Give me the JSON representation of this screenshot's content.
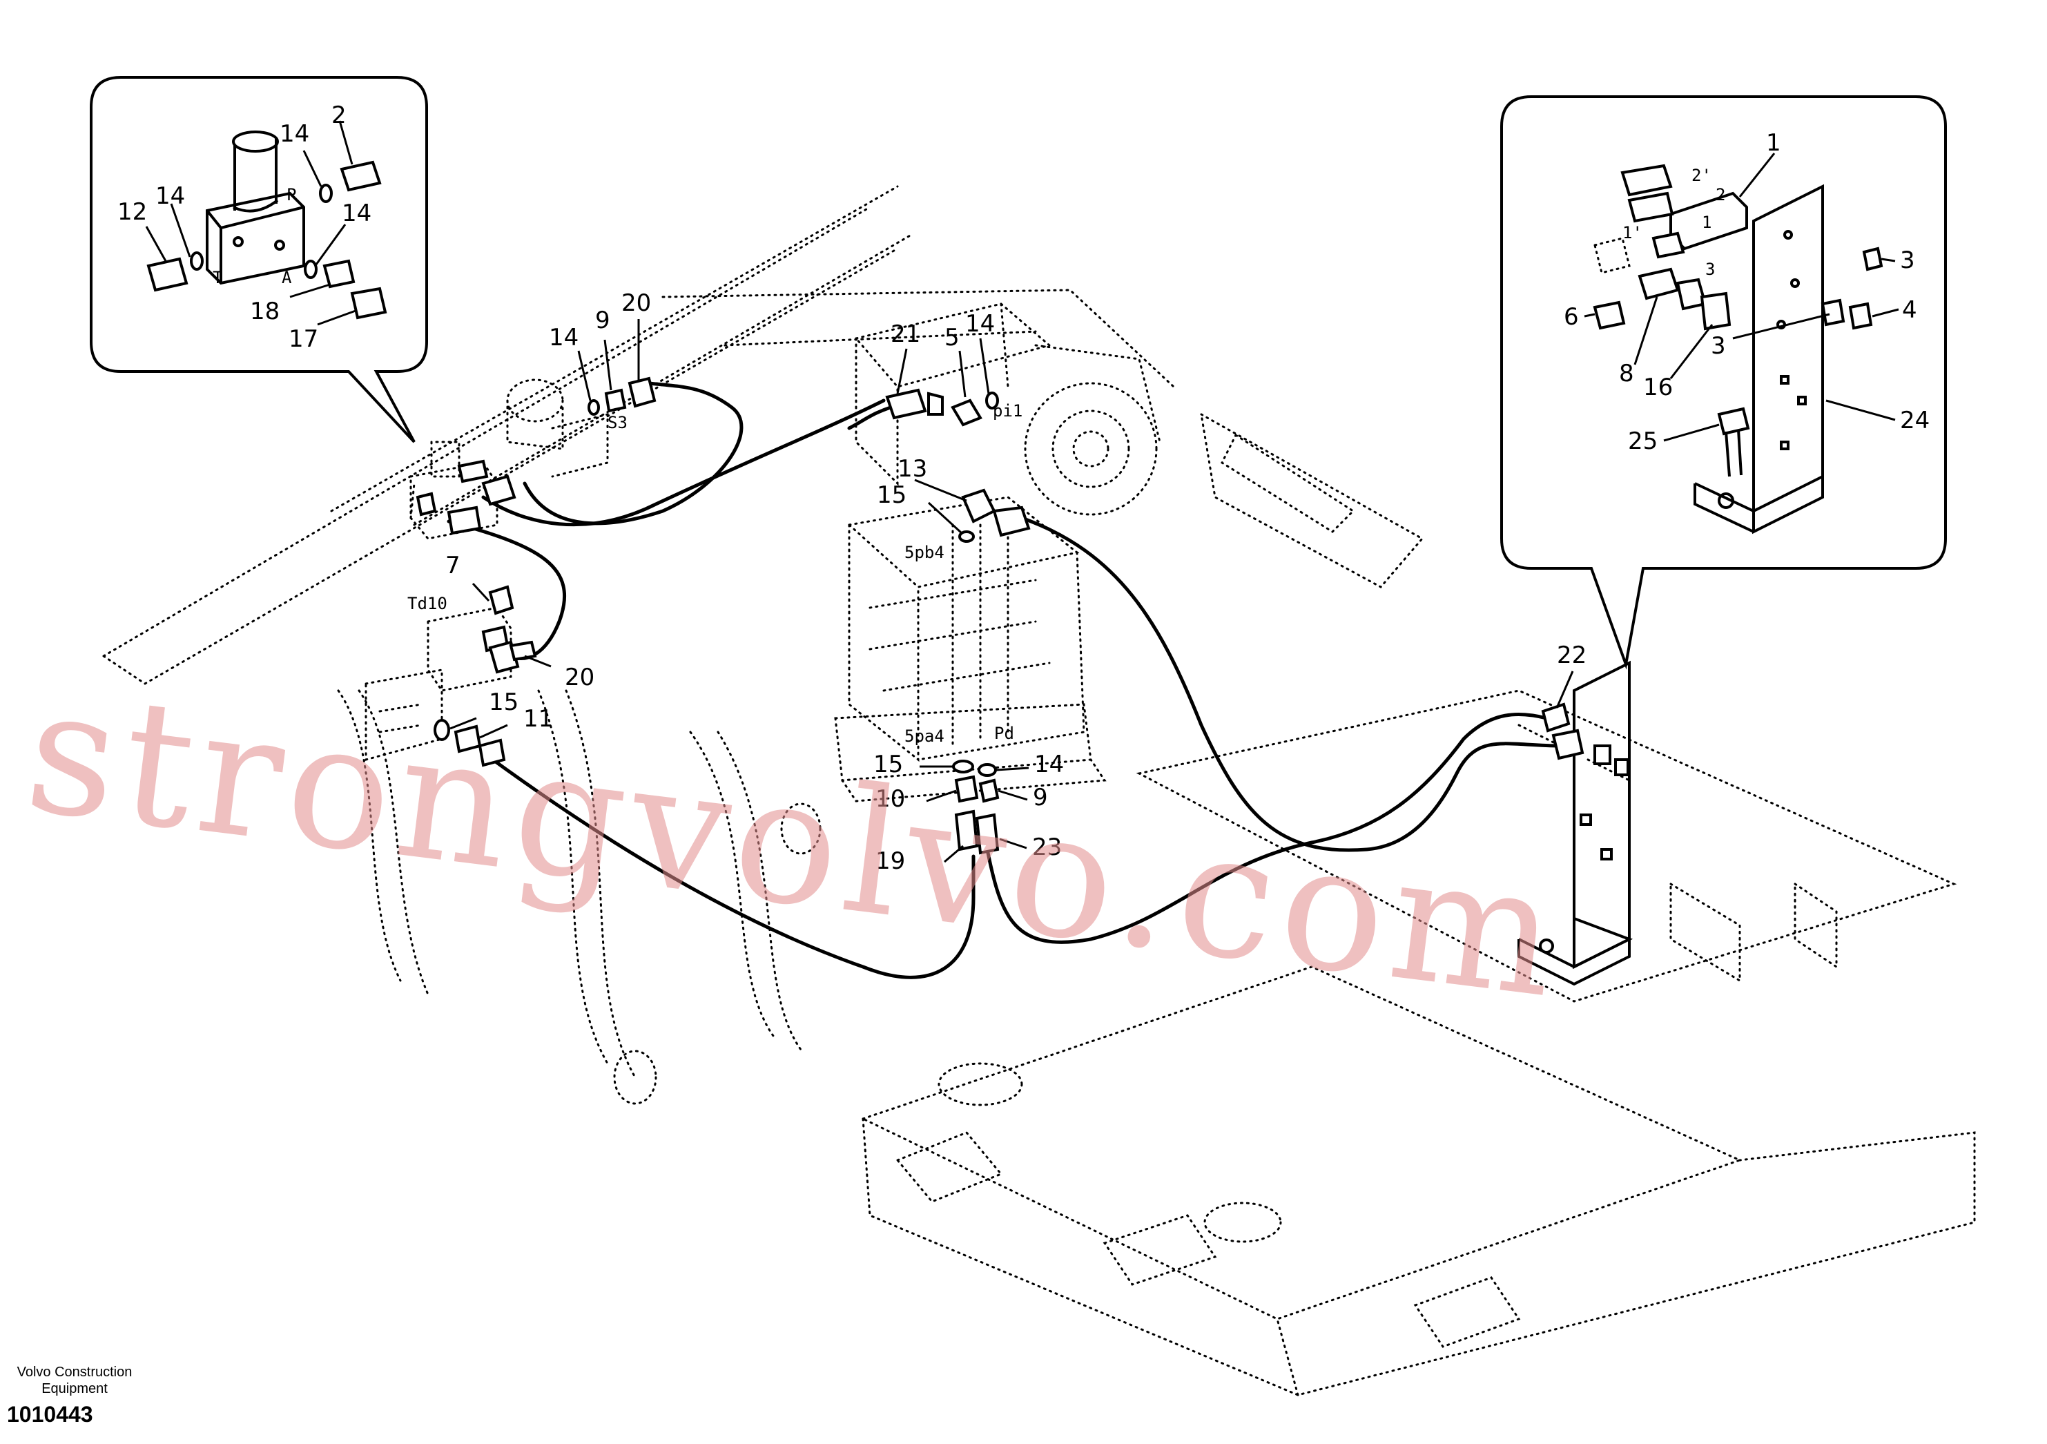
{
  "labels": {
    "n1": "1",
    "n2": "2",
    "n2_inset": "2",
    "n3": "3",
    "n4": "4",
    "n5": "5",
    "n6": "6",
    "n7": "7",
    "n8": "8",
    "n9": "9",
    "n10": "10",
    "n11": "11",
    "n12": "12",
    "n13": "13",
    "n14": "14",
    "n15": "15",
    "n16": "16",
    "n17": "17",
    "n18": "18",
    "n19": "19",
    "n20": "20",
    "n21": "21",
    "n22": "22",
    "n23": "23",
    "n24": "24",
    "n25": "25"
  },
  "ports": {
    "P": "P",
    "T": "T",
    "A": "A",
    "S3": "S3",
    "pi1": "pi1",
    "Spb4": "5pb4",
    "Spa4": "5pa4",
    "Pd": "Pd",
    "Td10": "Td10",
    "port1": "1",
    "port1p": "1'",
    "port2": "2",
    "port2p": "2'",
    "port3": "3"
  },
  "watermark": "strongvolvo.com",
  "footer": {
    "brand_line1": "Volvo Construction",
    "brand_line2": "Equipment",
    "drawing_number": "1010443"
  }
}
